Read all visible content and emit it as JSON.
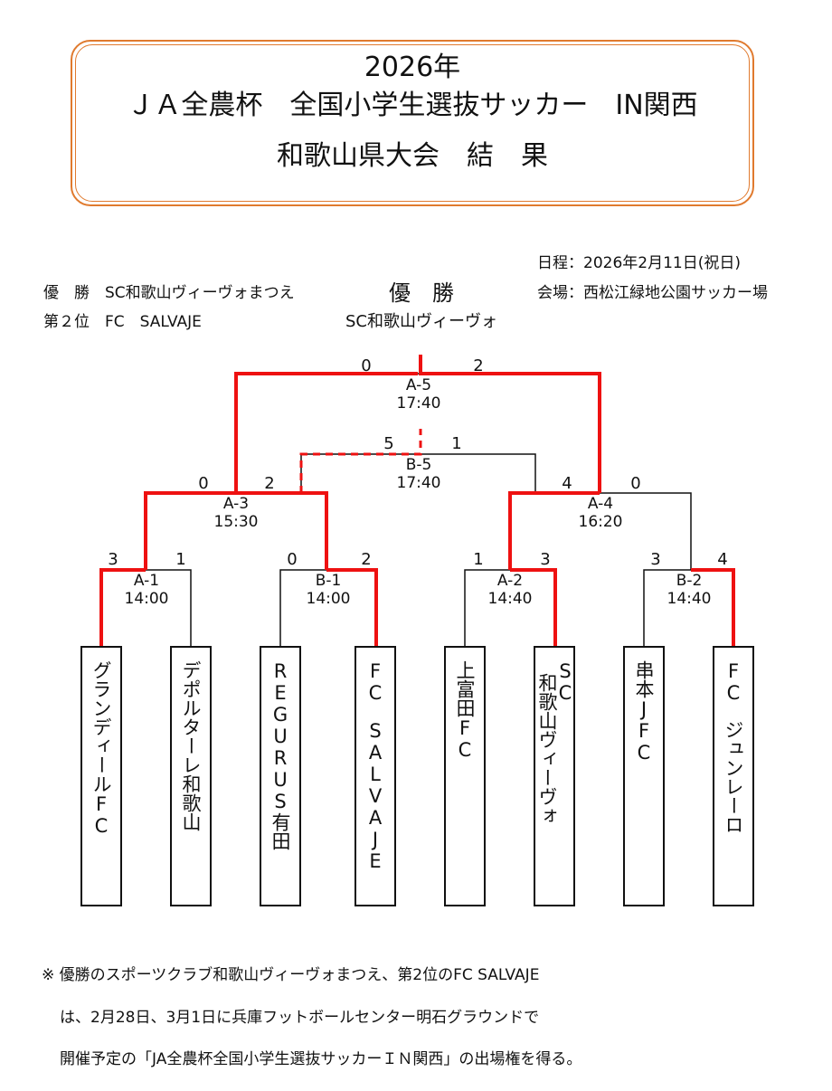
{
  "title": {
    "line1": "2026年",
    "line2": "ＪＡ全農杯　全国小学生選抜サッカー　IN関西",
    "line3": "和歌山県大会　結　果"
  },
  "schedule": {
    "date": "日程：2026年2月11日(祝日)",
    "venue": "会場：西松江緑地公園サッカー場"
  },
  "results": {
    "winner_label": "優　勝",
    "winner_team": "SC和歌山ヴィーヴォまつえ",
    "second_label": "第２位",
    "second_team": "FC　SALVAJE"
  },
  "champion": {
    "label": "優　勝",
    "team": "SC和歌山ヴィーヴォ"
  },
  "matches": [
    {
      "id": "A-1",
      "time": "14:00",
      "score_left": "3",
      "score_right": "1"
    },
    {
      "id": "B-1",
      "time": "14:00",
      "score_left": "0",
      "score_right": "2"
    },
    {
      "id": "A-2",
      "time": "14:40",
      "score_left": "1",
      "score_right": "3"
    },
    {
      "id": "B-2",
      "time": "14:40",
      "score_left": "3",
      "score_right": "4"
    },
    {
      "id": "A-3",
      "time": "15:30",
      "score_left": "0",
      "score_right": "2"
    },
    {
      "id": "A-4",
      "time": "16:20",
      "score_left": "4",
      "score_right": "0"
    },
    {
      "id": "B-5",
      "time": "17:40",
      "score_left": "5",
      "score_right": "1"
    },
    {
      "id": "A-5",
      "time": "17:40",
      "score_left": "0",
      "score_right": "2"
    }
  ],
  "teams": [
    {
      "col1": "グランディールFC"
    },
    {
      "col1": "デポルターレ和歌山"
    },
    {
      "col1": "REGURUS有田"
    },
    {
      "col1": "FC",
      "col2": "SALVAJE"
    },
    {
      "col1": "上富田FC"
    },
    {
      "col1": "SC",
      "col2": "和歌山ヴィーヴォ"
    },
    {
      "col1": "串本JFC"
    },
    {
      "col1": "FC",
      "col2": "ジュンレーロ"
    }
  ],
  "colors": {
    "win_line": "#ee1111",
    "frame": "#e07a2e"
  },
  "note": {
    "line1": "※ 優勝のスポーツクラブ和歌山ヴィーヴォまつえ、第2位のFC SALVAJE",
    "line2": "は、2月28日、3月1日に兵庫フットボールセンター明石グラウンドで",
    "line3": "開催予定の「JA全農杯全国小学生選抜サッカーＩＮ関西」の出場権を得る。"
  }
}
